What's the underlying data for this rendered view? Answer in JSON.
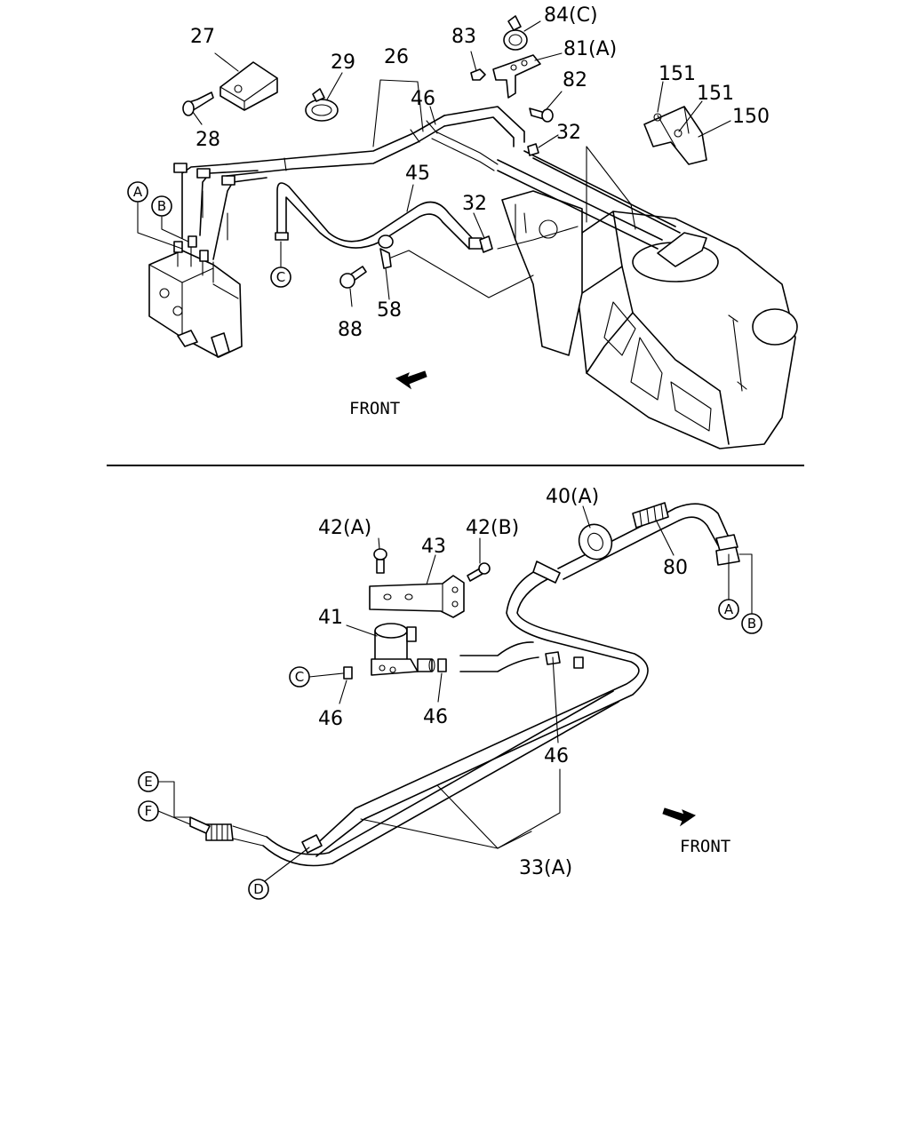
{
  "top_section": {
    "labels": {
      "l27": "27",
      "l28": "28",
      "l29": "29",
      "l26": "26",
      "l46": "46",
      "l83": "83",
      "l84c": "84(C)",
      "l81a": "81(A)",
      "l82": "82",
      "l32a": "32",
      "l32b": "32",
      "l151a": "151",
      "l151b": "151",
      "l150": "150",
      "l45": "45",
      "l88": "88",
      "l58": "58"
    },
    "callouts": {
      "a": "A",
      "b": "B",
      "c": "C"
    },
    "front_label": "FRONT"
  },
  "bottom_section": {
    "labels": {
      "l42a": "42(A)",
      "l43": "43",
      "l42b": "42(B)",
      "l40a": "40(A)",
      "l80": "80",
      "l41": "41",
      "l46a": "46",
      "l46b": "46",
      "l46c": "46",
      "l33a": "33(A)"
    },
    "callouts": {
      "a": "A",
      "b": "B",
      "c": "C",
      "d": "D",
      "e": "E",
      "f": "F"
    },
    "front_label": "FRONT"
  }
}
